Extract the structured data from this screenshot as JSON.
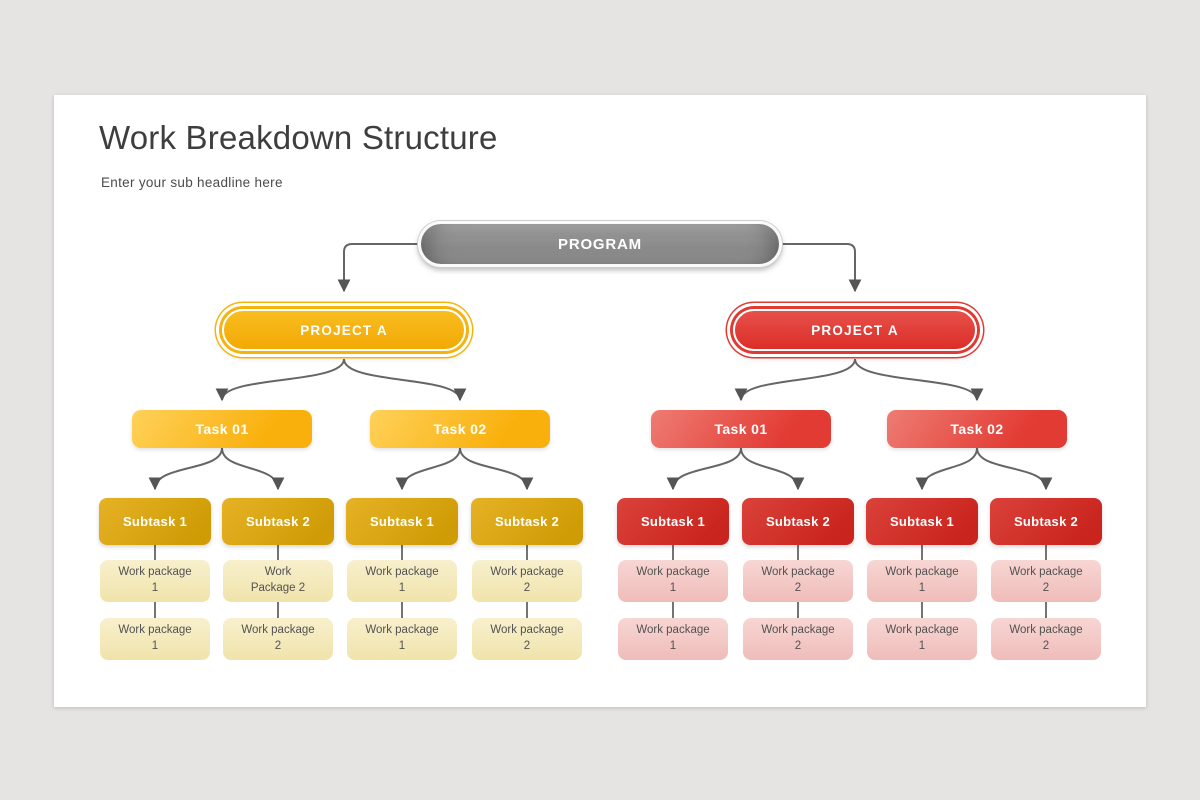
{
  "header": {
    "title": "Work Breakdown Structure",
    "subtitle": "Enter your sub headline here"
  },
  "colors": {
    "program_gray": "#8e8e8e",
    "branch_yellow": "#f5b30e",
    "branch_red": "#e03a33",
    "subtask_gold": "#d5a20d",
    "subtask_dark_red": "#cc2722",
    "package_cream": "#f4e9ba",
    "package_pink": "#f3c9c6",
    "connector_gray": "#666666",
    "slide_background": "#ffffff",
    "page_background": "#e6e4e3"
  },
  "tree": {
    "program": {
      "label": "PROGRAM"
    },
    "branches": [
      {
        "theme": "yellow",
        "project": {
          "label": "PROJECT A"
        },
        "tasks": [
          {
            "label": "Task 01",
            "subtasks": [
              {
                "label": "Subtask 1",
                "packages": [
                  "Work package 1",
                  "Work package 1"
                ]
              },
              {
                "label": "Subtask 2",
                "packages": [
                  "Work Package 2",
                  "Work package 2"
                ]
              }
            ]
          },
          {
            "label": "Task 02",
            "subtasks": [
              {
                "label": "Subtask 1",
                "packages": [
                  "Work package 1",
                  "Work package 1"
                ]
              },
              {
                "label": "Subtask 2",
                "packages": [
                  "Work package 2",
                  "Work package 2"
                ]
              }
            ]
          }
        ]
      },
      {
        "theme": "red",
        "project": {
          "label": "PROJECT A"
        },
        "tasks": [
          {
            "label": "Task 01",
            "subtasks": [
              {
                "label": "Subtask 1",
                "packages": [
                  "Work package 1",
                  "Work package 1"
                ]
              },
              {
                "label": "Subtask 2",
                "packages": [
                  "Work package 2",
                  "Work package 2"
                ]
              }
            ]
          },
          {
            "label": "Task 02",
            "subtasks": [
              {
                "label": "Subtask 1",
                "packages": [
                  "Work package 1",
                  "Work package 1"
                ]
              },
              {
                "label": "Subtask 2",
                "packages": [
                  "Work package 2",
                  "Work package 2"
                ]
              }
            ]
          }
        ]
      }
    ]
  }
}
